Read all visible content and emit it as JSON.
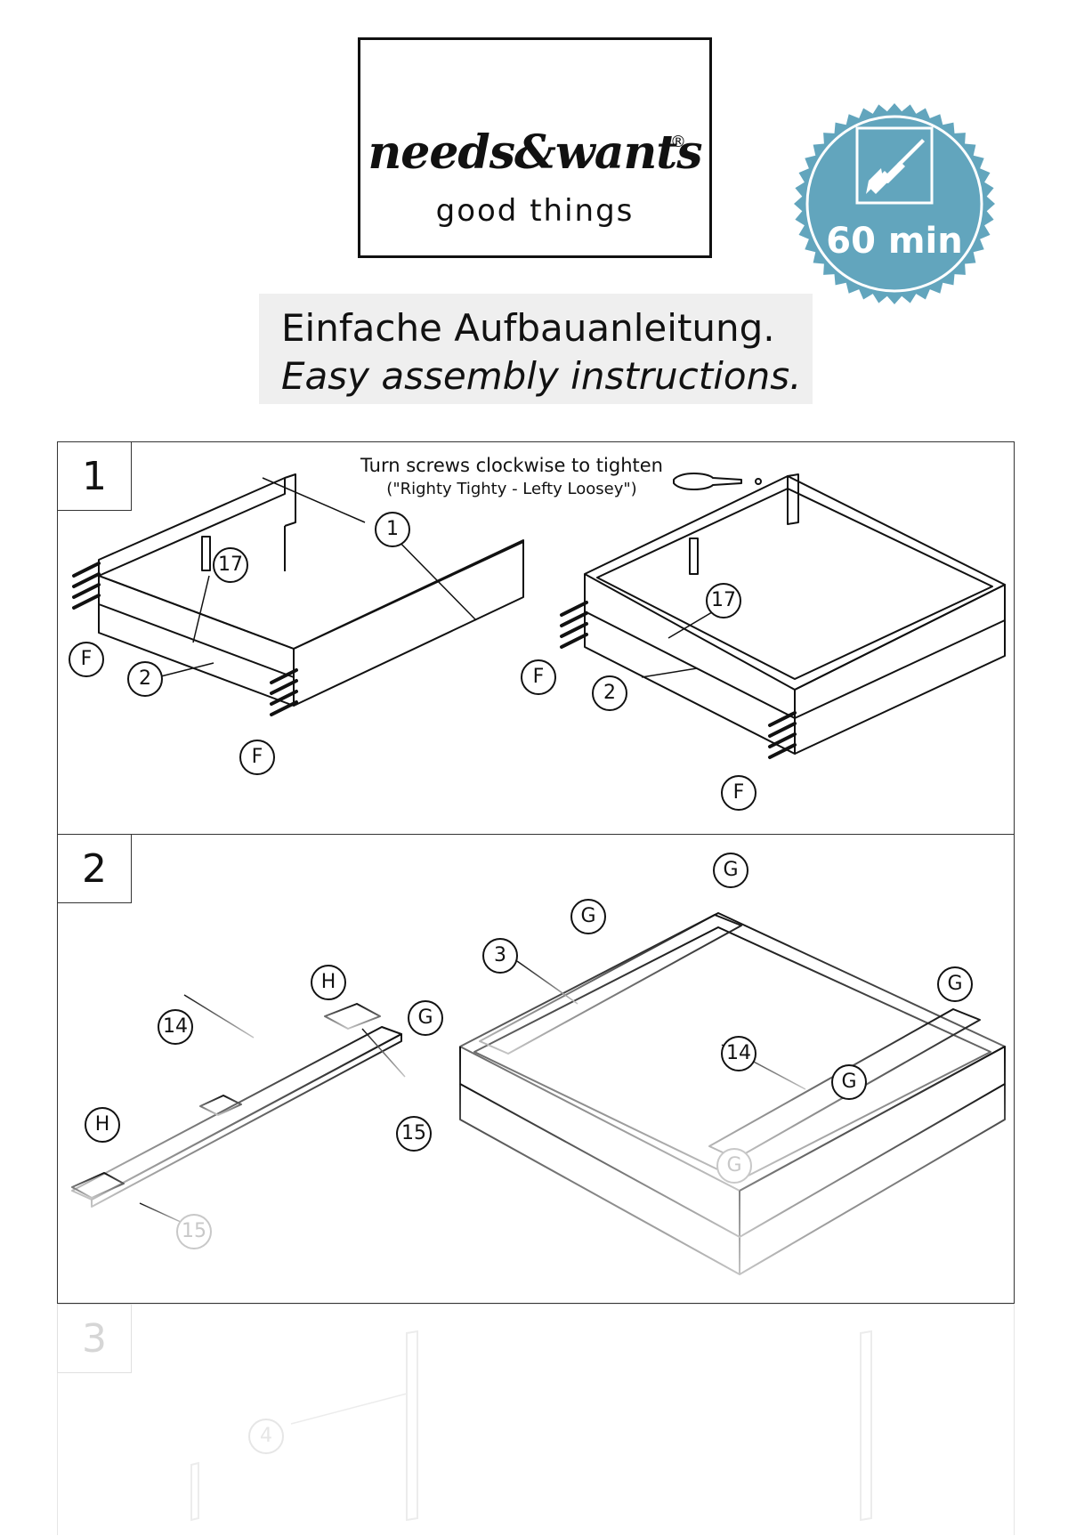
{
  "brand": {
    "name": "needs&wants",
    "reg": "®",
    "tagline": "good things"
  },
  "badge": {
    "duration": "60 min",
    "color": "#62a5bd",
    "icon": "screwdriver-icon"
  },
  "headline": {
    "de": "Einfache Aufbauanleitung.",
    "en": "Easy assembly instructions."
  },
  "steps": [
    {
      "number": "1",
      "tip": {
        "main": "Turn screws clockwise to tighten",
        "sub": "(\"Righty Tighty - Lefty Loosey\")"
      },
      "callouts": [
        "1",
        "17",
        "F",
        "2",
        "F",
        "17",
        "F",
        "2",
        "F"
      ]
    },
    {
      "number": "2",
      "callouts": [
        "H",
        "14",
        "H",
        "15",
        "15",
        "G",
        "G",
        "3",
        "G",
        "G",
        "14",
        "G",
        "G"
      ]
    },
    {
      "number": "3",
      "callouts": [
        "4"
      ]
    }
  ]
}
